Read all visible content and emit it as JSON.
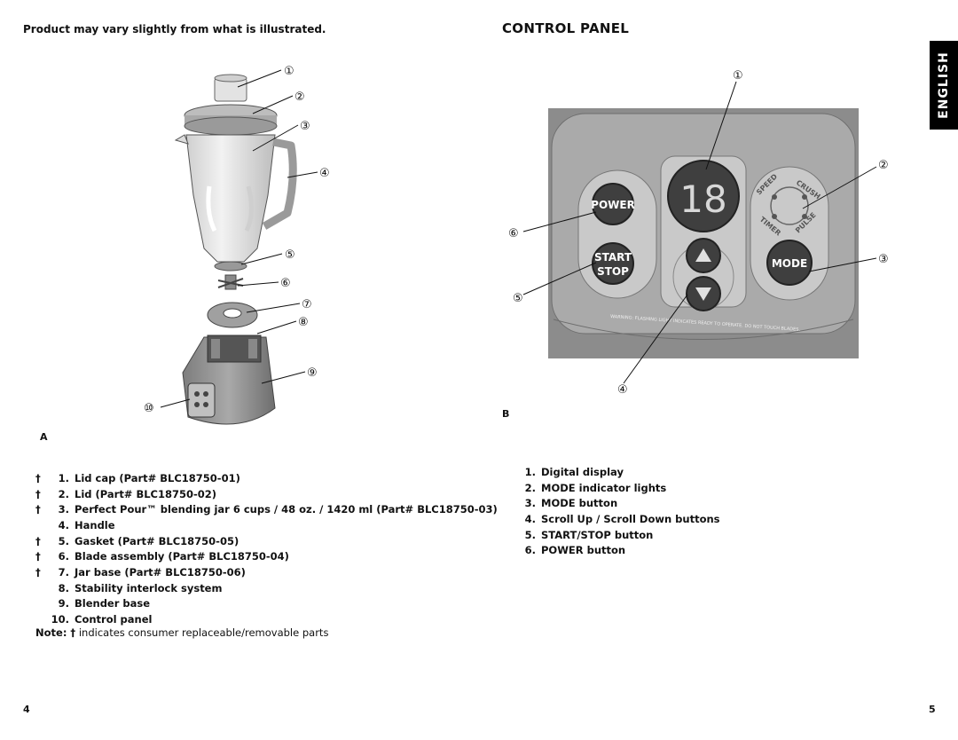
{
  "left_page": {
    "disclaimer": "Product may vary slightly from what is illustrated.",
    "figure_label": "A",
    "callouts": [
      "①",
      "②",
      "③",
      "④",
      "⑤",
      "⑥",
      "⑦",
      "⑧",
      "⑨",
      "⑩"
    ],
    "parts": [
      {
        "dagger": "†",
        "num": "1.",
        "text": "Lid cap (Part# BLC18750-01)"
      },
      {
        "dagger": "†",
        "num": "2.",
        "text": "Lid (Part# BLC18750-02)"
      },
      {
        "dagger": "†",
        "num": "3.",
        "text": "Perfect Pour™ blending jar 6 cups / 48 oz. / 1420 ml (Part# BLC18750-03)"
      },
      {
        "dagger": "",
        "num": "4.",
        "text": "Handle"
      },
      {
        "dagger": "†",
        "num": "5.",
        "text": "Gasket (Part# BLC18750-05)"
      },
      {
        "dagger": "†",
        "num": "6.",
        "text": "Blade assembly (Part# BLC18750-04)"
      },
      {
        "dagger": "†",
        "num": "7.",
        "text": "Jar base (Part# BLC18750-06)"
      },
      {
        "dagger": "",
        "num": "8.",
        "text": "Stability interlock system"
      },
      {
        "dagger": "",
        "num": "9.",
        "text": "Blender base"
      },
      {
        "dagger": "",
        "num": "10.",
        "text": "Control panel"
      }
    ],
    "note_label": "Note: †",
    "note_text": " indicates consumer replaceable/removable parts",
    "page_number": "4"
  },
  "right_page": {
    "title": "CONTROL PANEL",
    "language_tab": "ENGLISH",
    "figure_label": "B",
    "callouts": [
      "①",
      "②",
      "③",
      "④",
      "⑤",
      "⑥"
    ],
    "panel": {
      "display_value": "18",
      "power_label": "POWER",
      "start_label": "START",
      "stop_label": "STOP",
      "mode_label": "MODE",
      "indicator_labels": [
        "SPEED",
        "CRUSH",
        "TIMER",
        "PULSE"
      ],
      "warning_text": "WARNING: FLASHING LIGHT INDICATES READY TO OPERATE. DO NOT TOUCH BLADES."
    },
    "controls": [
      {
        "num": "1.",
        "text": "Digital display"
      },
      {
        "num": "2.",
        "text": "MODE indicator lights"
      },
      {
        "num": "3.",
        "text": "MODE button"
      },
      {
        "num": "4.",
        "text": "Scroll Up / Scroll Down buttons"
      },
      {
        "num": "5.",
        "text": "START/STOP button"
      },
      {
        "num": "6.",
        "text": "POWER button"
      }
    ],
    "page_number": "5"
  }
}
